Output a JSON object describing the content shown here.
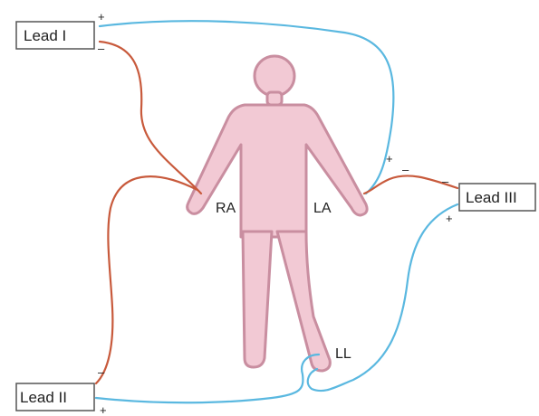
{
  "leads": {
    "lead_i": "Lead I",
    "lead_ii": "Lead II",
    "lead_iii": "Lead III"
  },
  "limbs": {
    "ra": "RA",
    "la": "LA",
    "ll": "LL"
  },
  "signs": {
    "plus": "+",
    "minus": "–"
  },
  "colors": {
    "figure_fill": "#f2c9d4",
    "figure_stroke": "#c98ea0",
    "positive_wire": "#5ab8e0",
    "negative_wire": "#c85a3c",
    "box_border": "#555555"
  }
}
